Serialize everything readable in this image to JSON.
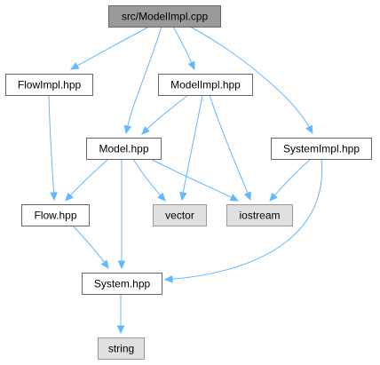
{
  "graph": {
    "nodes": [
      {
        "id": "modelimpl_cpp",
        "label": "src/ModelImpl.cpp",
        "style": "root"
      },
      {
        "id": "flowimpl_hpp",
        "label": "FlowImpl.hpp",
        "style": "file"
      },
      {
        "id": "modelimpl_hpp",
        "label": "ModelImpl.hpp",
        "style": "file"
      },
      {
        "id": "model_hpp",
        "label": "Model.hpp",
        "style": "file"
      },
      {
        "id": "systemimpl_hpp",
        "label": "SystemImpl.hpp",
        "style": "file"
      },
      {
        "id": "flow_hpp",
        "label": "Flow.hpp",
        "style": "file"
      },
      {
        "id": "vector",
        "label": "vector",
        "style": "external"
      },
      {
        "id": "iostream",
        "label": "iostream",
        "style": "external"
      },
      {
        "id": "system_hpp",
        "label": "System.hpp",
        "style": "file"
      },
      {
        "id": "string",
        "label": "string",
        "style": "external"
      }
    ],
    "edges": [
      {
        "from": "modelimpl_cpp",
        "to": "flowimpl_hpp"
      },
      {
        "from": "modelimpl_cpp",
        "to": "modelimpl_hpp"
      },
      {
        "from": "modelimpl_cpp",
        "to": "model_hpp"
      },
      {
        "from": "modelimpl_cpp",
        "to": "systemimpl_hpp"
      },
      {
        "from": "flowimpl_hpp",
        "to": "flow_hpp"
      },
      {
        "from": "modelimpl_hpp",
        "to": "model_hpp"
      },
      {
        "from": "modelimpl_hpp",
        "to": "vector"
      },
      {
        "from": "modelimpl_hpp",
        "to": "iostream"
      },
      {
        "from": "model_hpp",
        "to": "flow_hpp"
      },
      {
        "from": "model_hpp",
        "to": "vector"
      },
      {
        "from": "model_hpp",
        "to": "iostream"
      },
      {
        "from": "model_hpp",
        "to": "system_hpp"
      },
      {
        "from": "systemimpl_hpp",
        "to": "iostream"
      },
      {
        "from": "systemimpl_hpp",
        "to": "system_hpp"
      },
      {
        "from": "flow_hpp",
        "to": "system_hpp"
      },
      {
        "from": "system_hpp",
        "to": "string"
      }
    ]
  },
  "colors": {
    "edge": "#63b8ff",
    "root_fill": "#999999",
    "root_border": "#666666",
    "file_fill": "#ffffff",
    "file_border": "#666666",
    "external_fill": "#e0e0e0",
    "external_border": "#999999",
    "text": "#000000"
  }
}
